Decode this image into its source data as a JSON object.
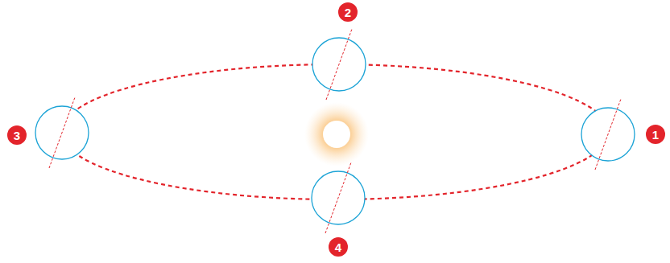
{
  "diagram": {
    "labels": [
      "2",
      "3",
      "1",
      "4"
    ]
  }
}
